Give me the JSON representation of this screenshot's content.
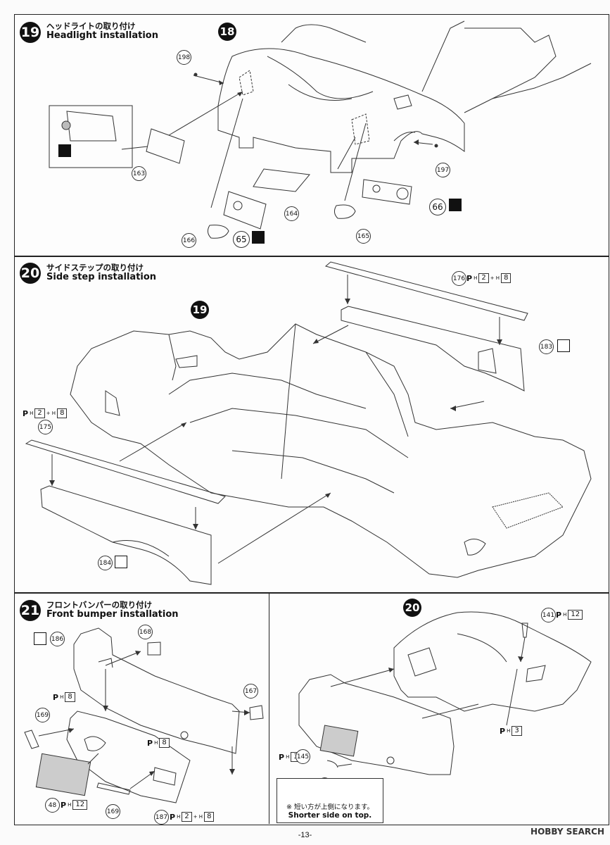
{
  "step19": {
    "num": "19",
    "title_jp": "ヘッドライトの取り付け",
    "title_en": "Headlight installation",
    "subassy": "18",
    "parts": [
      "198",
      "163",
      "164",
      "166",
      "65",
      "197",
      "66",
      "165"
    ]
  },
  "step20": {
    "num": "20",
    "title_jp": "サイドステップの取り付け",
    "title_en": "Side step installation",
    "subassy": "19",
    "parts": [
      "176",
      "183",
      "175",
      "184"
    ],
    "ph_176": [
      "2",
      "8"
    ],
    "ph_175": [
      "2",
      "8"
    ]
  },
  "step21": {
    "num": "21",
    "title_jp": "フロントバンパーの取り付け",
    "title_en": "Front bumper installation",
    "subassy": "20",
    "parts": [
      "186",
      "168",
      "167",
      "169",
      "169",
      "48",
      "187",
      "141",
      "145"
    ],
    "ph_8a": "8",
    "ph_8b": "8",
    "ph_12": "12",
    "ph_187": [
      "2",
      "8"
    ],
    "ph_141": "12",
    "ph_3a": "3",
    "ph_3b": "3",
    "note_jp": "※ 短い方が上側になります。",
    "note_en": "Shorter side on top."
  },
  "page": "-13-",
  "watermark": "HOBBY SEARCH"
}
